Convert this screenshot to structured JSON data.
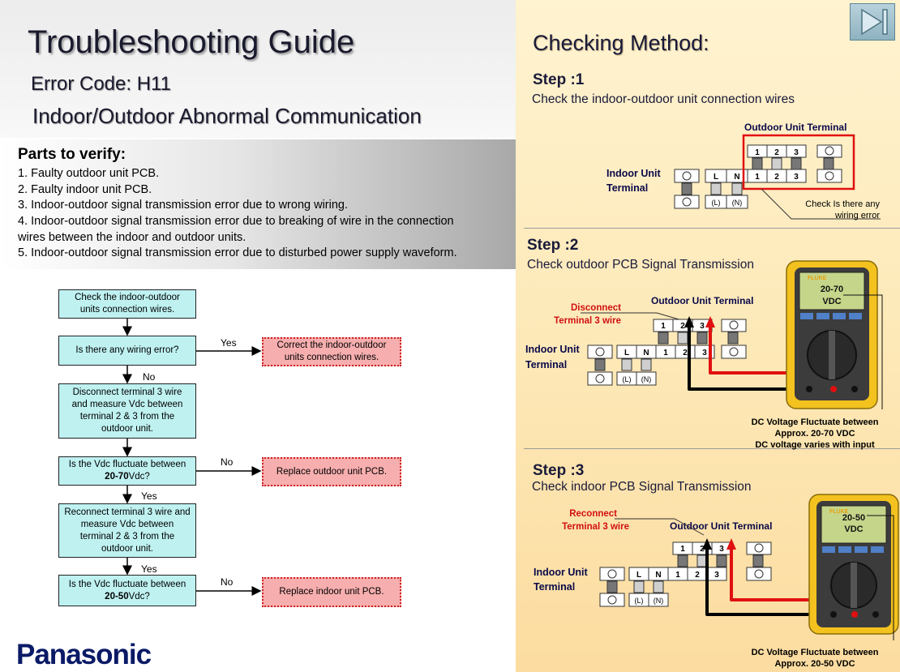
{
  "header": {
    "title": "Troubleshooting Guide",
    "error_code": "Error Code: H11",
    "description": "Indoor/Outdoor Abnormal Communication"
  },
  "parts": {
    "heading": "Parts to verify:",
    "lines": [
      "1. Faulty outdoor unit PCB.",
      "2. Faulty indoor unit PCB.",
      "3. Indoor-outdoor signal transmission error due to wrong wiring.",
      "4. Indoor-outdoor signal transmission error due to breaking of wire in the connection",
      "wires between the indoor and outdoor units.",
      "5. Indoor-outdoor signal transmission error due to disturbed power supply waveform."
    ]
  },
  "flowchart": {
    "box1": "Check the indoor-outdoor units connection wires.",
    "box2": "Is there any wiring error?",
    "box2_yes_label": "Yes",
    "box2_yes_action": "Correct the indoor-outdoor units connection wires.",
    "box2_no_label": "No",
    "box3": "Disconnect terminal 3 wire and measure Vdc between terminal 2 & 3 from the outdoor unit.",
    "box4_pre": "Is the Vdc fluctuate between ",
    "box4_bold": "20-70",
    "box4_post": "Vdc?",
    "box4_no_label": "No",
    "box4_no_action": "Replace outdoor unit PCB.",
    "box4_yes_label": "Yes",
    "box5": "Reconnect terminal 3 wire and measure Vdc between terminal 2 & 3 from the outdoor unit.",
    "box5_yes_label": "Yes",
    "box6_pre": "Is the Vdc fluctuate between ",
    "box6_bold": "20-50",
    "box6_post": "Vdc?",
    "box6_no_label": "No",
    "box6_no_action": "Replace indoor unit PCB."
  },
  "logo": "Panasonic",
  "checking": {
    "heading": "Checking Method:",
    "step1": {
      "title": "Step :1",
      "desc": "Check the indoor-outdoor unit connection wires",
      "outdoor_terminal": "Outdoor Unit Terminal",
      "indoor_terminal_1": "Indoor Unit",
      "indoor_terminal_2": "Terminal",
      "note_1": "Check Is there any",
      "note_2": "wiring error"
    },
    "step2": {
      "title": "Step :2",
      "desc": "Check outdoor PCB Signal Transmission",
      "outdoor_terminal": "Outdoor Unit Terminal",
      "indoor_terminal_1": "Indoor Unit",
      "indoor_terminal_2": "Terminal",
      "red_label_1": "Disconnect",
      "red_label_2": "Terminal 3 wire",
      "meter_1": "20-70",
      "meter_2": "VDC",
      "note_1": "DC Voltage Fluctuate between",
      "note_2": "Approx. 20-70 VDC",
      "note_3": "DC voltage varies with input"
    },
    "step3": {
      "title": "Step :3",
      "desc": "Check indoor PCB Signal Transmission",
      "outdoor_terminal": "Outdoor Unit Terminal",
      "indoor_terminal_1": "Indoor Unit",
      "indoor_terminal_2": "Terminal",
      "red_label_1": "Reconnect",
      "red_label_2": "Terminal 3 wire",
      "meter_1": "20-50",
      "meter_2": "VDC",
      "note_1": "DC Voltage Fluctuate between",
      "note_2": "Approx. 20-50 VDC"
    }
  },
  "terminal_labels": {
    "t1": "1",
    "t2": "2",
    "t3": "3",
    "L": "L",
    "N": "N",
    "Lp": "(L)",
    "Np": "(N)",
    "meter_brand": "FLUKE"
  }
}
